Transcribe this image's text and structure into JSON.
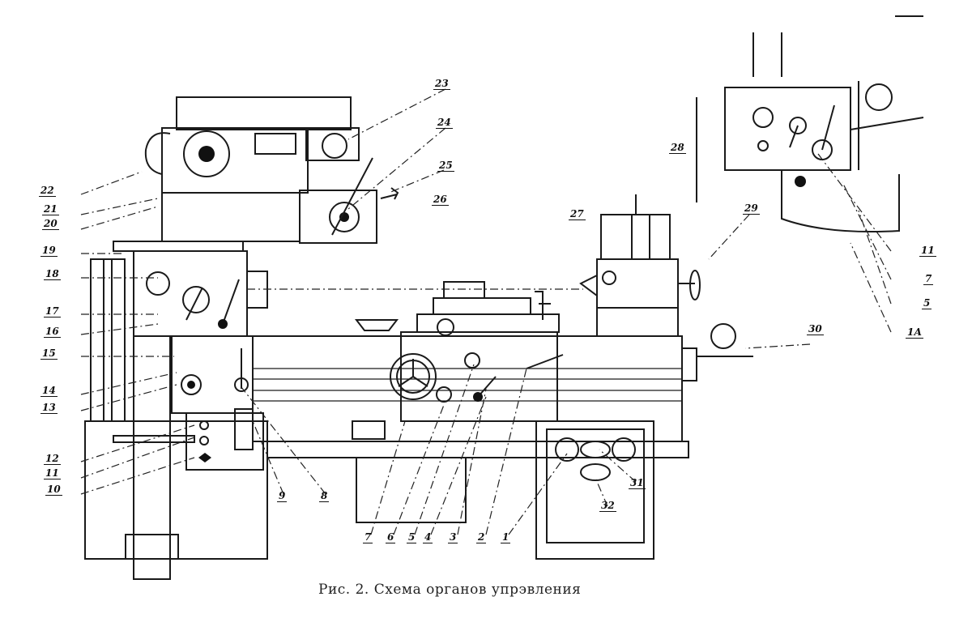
{
  "figure": {
    "caption": "Рис. 2. Схема органов упрэвления",
    "callouts": {
      "c1": "1",
      "c2": "2",
      "c3": "3",
      "c4": "4",
      "c5": "5",
      "c6": "6",
      "c7": "7",
      "c8": "8",
      "c9": "9",
      "c10": "10",
      "c11": "11",
      "c12": "12",
      "c13": "13",
      "c14": "14",
      "c15": "15",
      "c16": "16",
      "c17": "17",
      "c18": "18",
      "c19": "19",
      "c20": "20",
      "c21": "21",
      "c22": "22",
      "c23": "23",
      "c24": "24",
      "c25": "25",
      "c26": "26",
      "c27": "27",
      "c28": "28",
      "c29": "29",
      "c30": "30",
      "c31": "31",
      "c32": "32"
    },
    "inset_callouts": {
      "a": "11",
      "b": "7",
      "c": "5",
      "d": "1А"
    }
  }
}
